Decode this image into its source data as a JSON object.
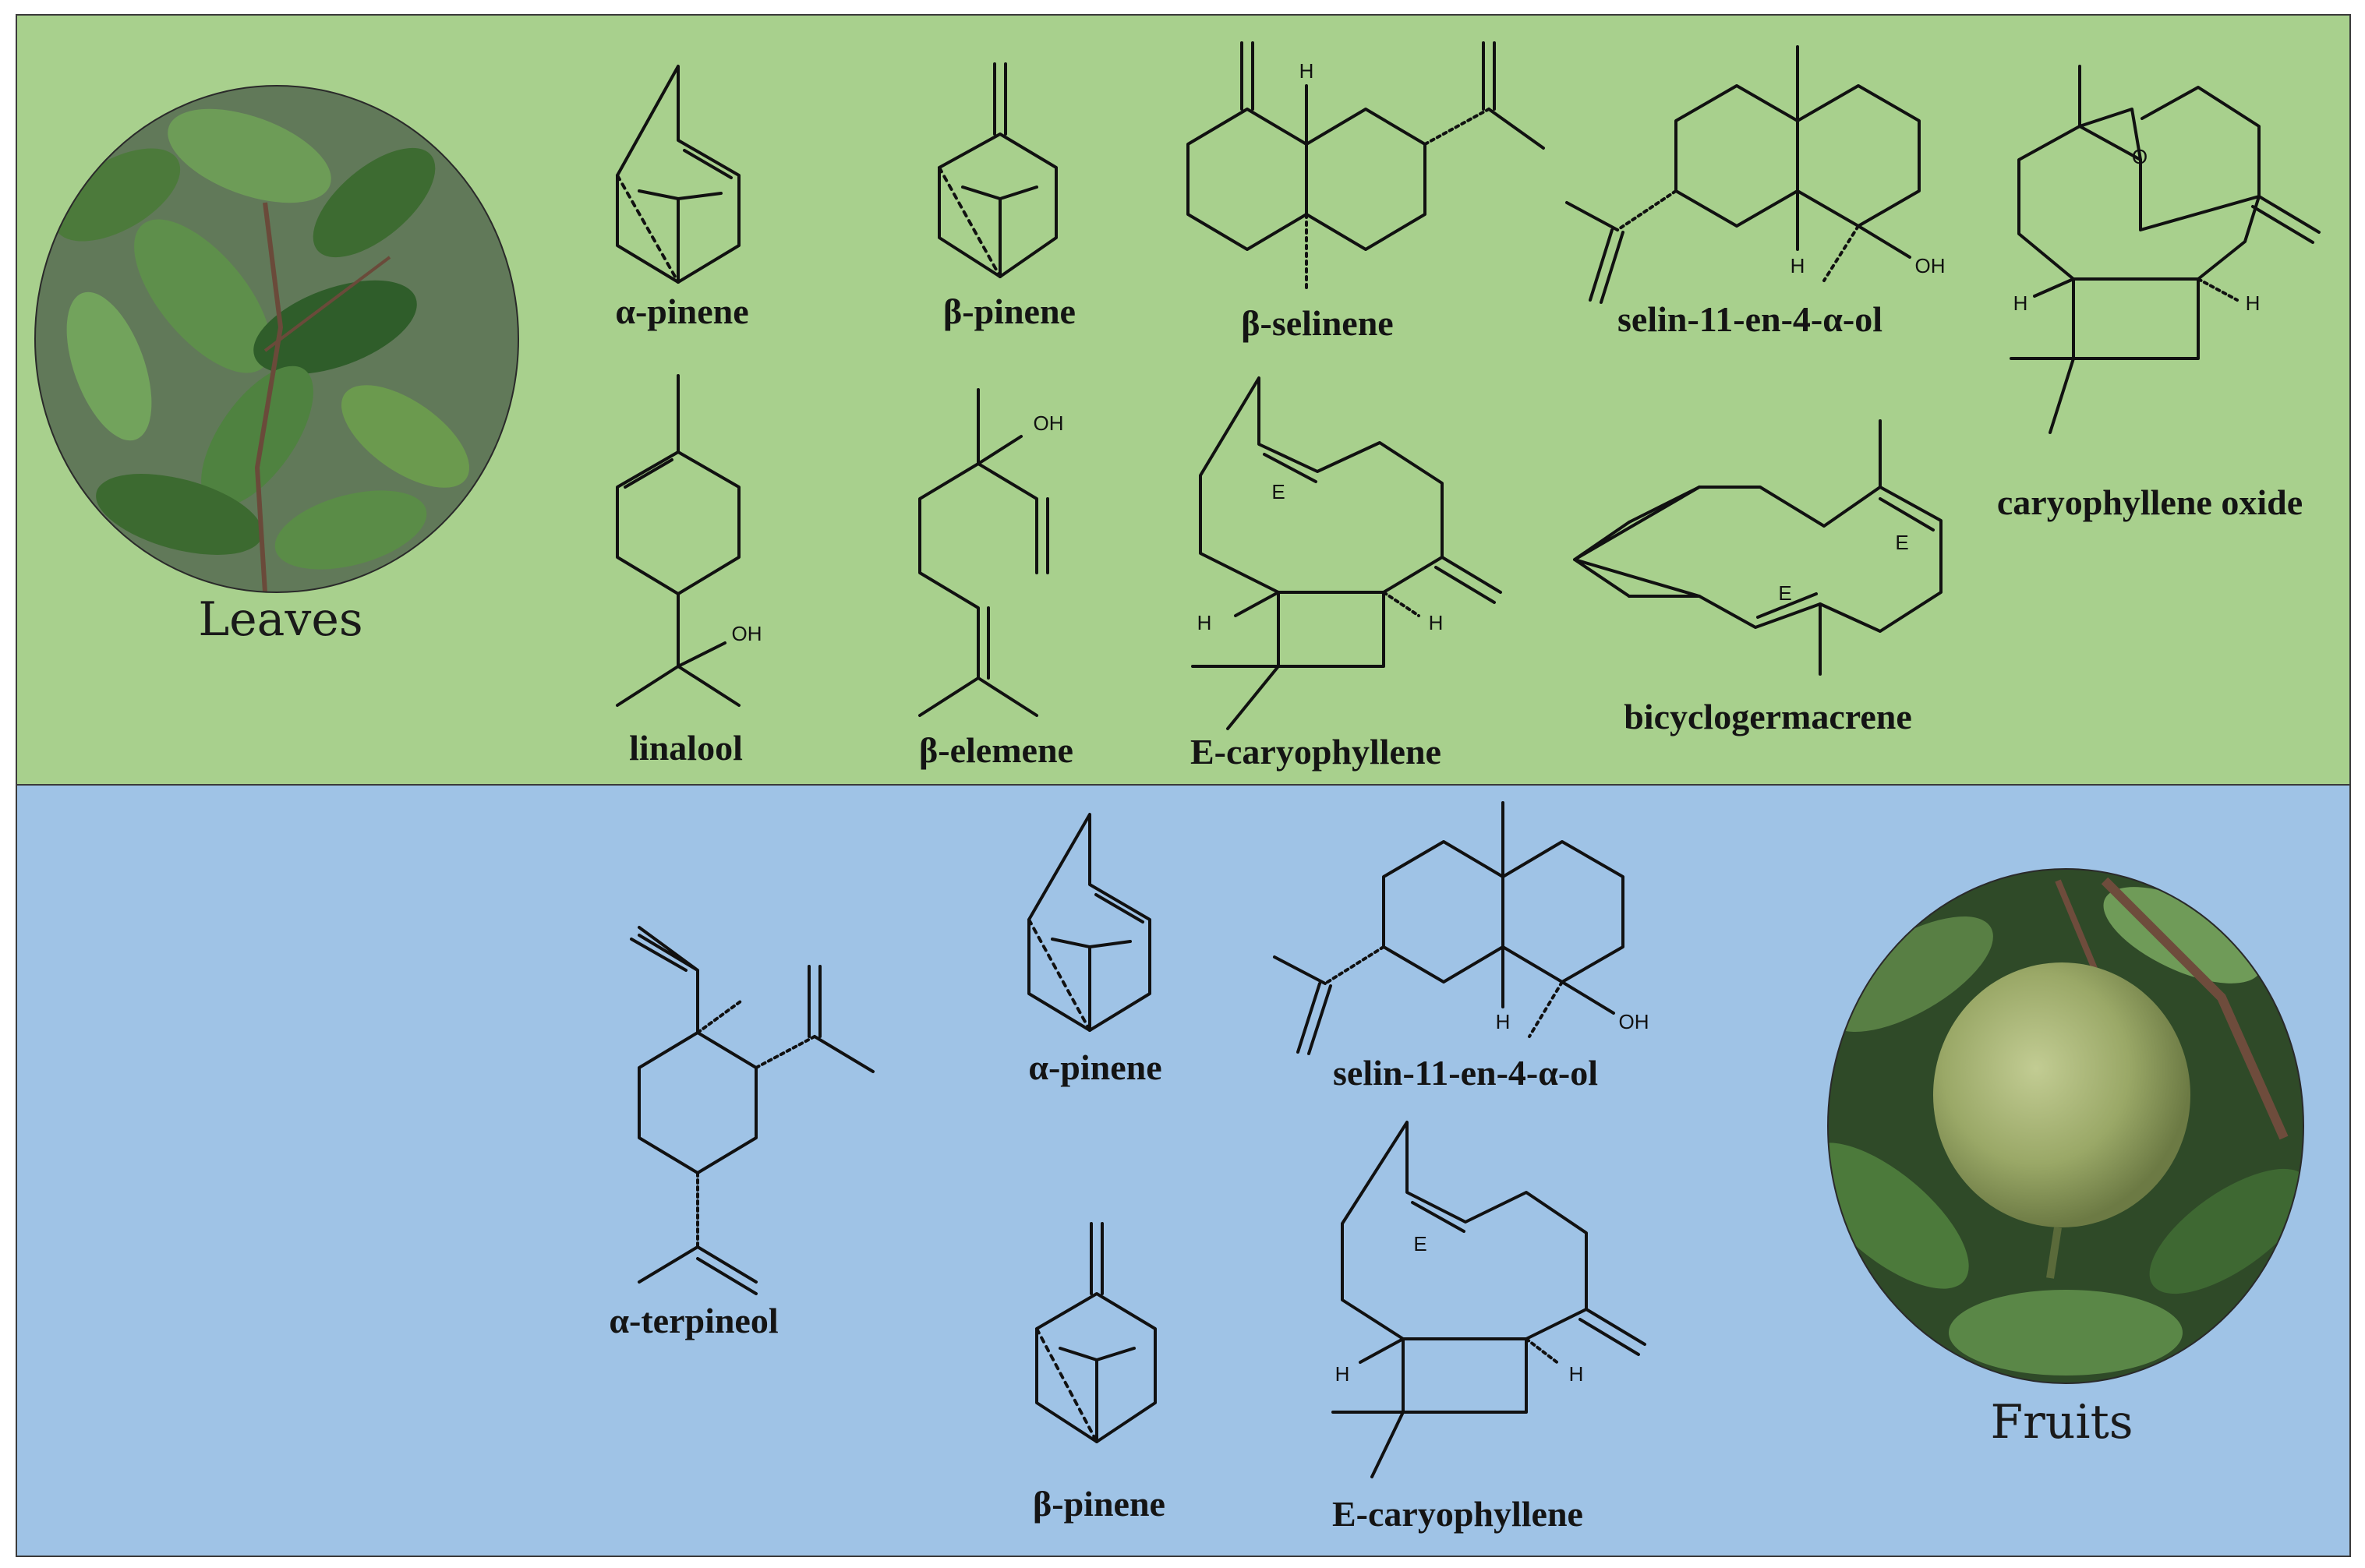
{
  "panels": {
    "leaves": {
      "photo_label": "Leaves",
      "background": "#a8d08d",
      "compounds": [
        {
          "id": "a-pinene",
          "name": "α-pinene"
        },
        {
          "id": "b-pinene",
          "name": "β-pinene"
        },
        {
          "id": "b-selinene",
          "name": "β-selinene"
        },
        {
          "id": "selinenol",
          "name": "selin-11-en-4-α-ol"
        },
        {
          "id": "caryox",
          "name": "caryophyllene oxide"
        },
        {
          "id": "linalool",
          "name": "linalool"
        },
        {
          "id": "b-elemene",
          "name": "β-elemene"
        },
        {
          "id": "e-caryo",
          "name": "E-caryophyllene"
        },
        {
          "id": "bicyclogerm",
          "name": "bicyclogermacrene"
        }
      ]
    },
    "fruits": {
      "photo_label": "Fruits",
      "background": "#9fc3e6",
      "compounds": [
        {
          "id": "a-terpineol",
          "name": "α-terpineol"
        },
        {
          "id": "a-pinene",
          "name": "α-pinene"
        },
        {
          "id": "selinenol",
          "name": "selin-11-en-4-α-ol"
        },
        {
          "id": "b-pinene",
          "name": "β-pinene"
        },
        {
          "id": "e-caryo",
          "name": "E-caryophyllene"
        }
      ]
    }
  },
  "atom_labels": {
    "h": "H",
    "oh": "OH",
    "o": "O",
    "e": "E"
  },
  "colors": {
    "bond": "#111111",
    "leaf_dark": "#2f5d2a",
    "leaf_light": "#6b9a4e",
    "fruit": "#9aa867"
  }
}
